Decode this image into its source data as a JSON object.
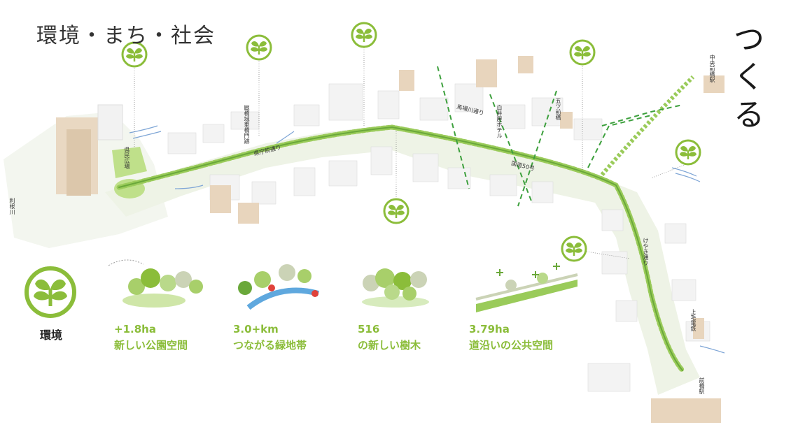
{
  "title": "環境・まち・社会",
  "vertical_title": [
    "つ",
    "く",
    "る"
  ],
  "map_labels": {
    "tonegawa": "利根川",
    "kenmin_hiroba": "県民広場",
    "umayabashi": "厩橋城車橋門跡",
    "kencho_dori": "県庁前通り",
    "umayagawa_dori": "馬場川通り",
    "shirai_hotel": "白井屋ホテル",
    "itsutsu_bashi": "五ツ前橋",
    "kokudo": "国道50号",
    "chuo_maebashi": "中央前橋駅",
    "kamo_dori": "けやき通り",
    "jomo_denki": "上毛電鉄",
    "maebashi_eki": "前橋駅"
  },
  "legend": {
    "environment_label": "環境",
    "icon": "sprout-icon"
  },
  "stats": [
    {
      "value": "+1.8ha",
      "desc": "新しい公園空間",
      "icon": "park-trees-icon"
    },
    {
      "value": "3.0+km",
      "desc": "つながる緑地帯",
      "icon": "green-corridor-icon"
    },
    {
      "value": "516",
      "desc": "の新しい樹木",
      "icon": "new-trees-icon"
    },
    {
      "value": "3.79ha",
      "desc": "道沿いの公共空間",
      "icon": "street-public-space-icon"
    }
  ],
  "colors": {
    "accent_green": "#8bbd3a",
    "building": "#f4f4f4",
    "highlight_building": "#e8d5bd",
    "tree": "#9acb5a",
    "route_dashed": "#3da03d"
  }
}
